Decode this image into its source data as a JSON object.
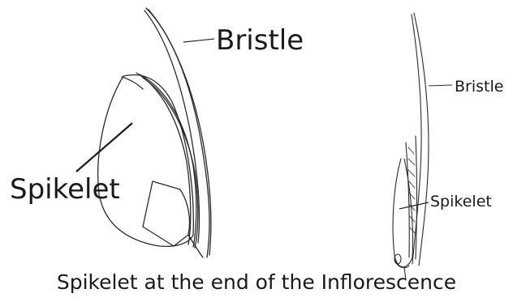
{
  "figure": {
    "left_labels": {
      "bristle": "Bristle",
      "spikelet": "Spikelet"
    },
    "right_labels": {
      "bristle": "Bristle",
      "spikelet": "Spikelet"
    },
    "caption": "Spikelet at the end of the Inflorescence",
    "stroke_color": "#2a2a2a",
    "text_color": "#1a1a1a"
  }
}
